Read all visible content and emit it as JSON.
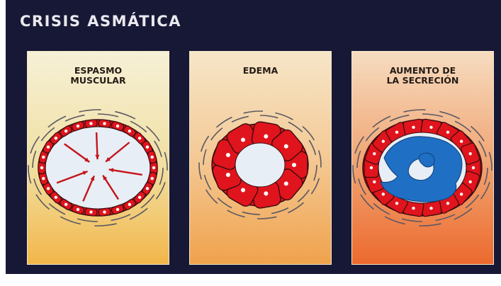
{
  "title": "CRISIS ASMÁTICA",
  "panels": [
    {
      "id": "espasmo",
      "title_lines": [
        "ESPASMO",
        "MUSCULAR"
      ]
    },
    {
      "id": "edema",
      "title_lines": [
        "EDEMA"
      ]
    },
    {
      "id": "secrecion",
      "title_lines": [
        "AUMENTO DE",
        "LA SECRECIÓN"
      ]
    }
  ],
  "colors": {
    "background": "#171736",
    "cell_fill": "#e0141c",
    "cell_border": "#3a0d10",
    "lumen": "#e7eef5",
    "mucus": "#1f6fc4",
    "arrow": "#c4141a"
  }
}
